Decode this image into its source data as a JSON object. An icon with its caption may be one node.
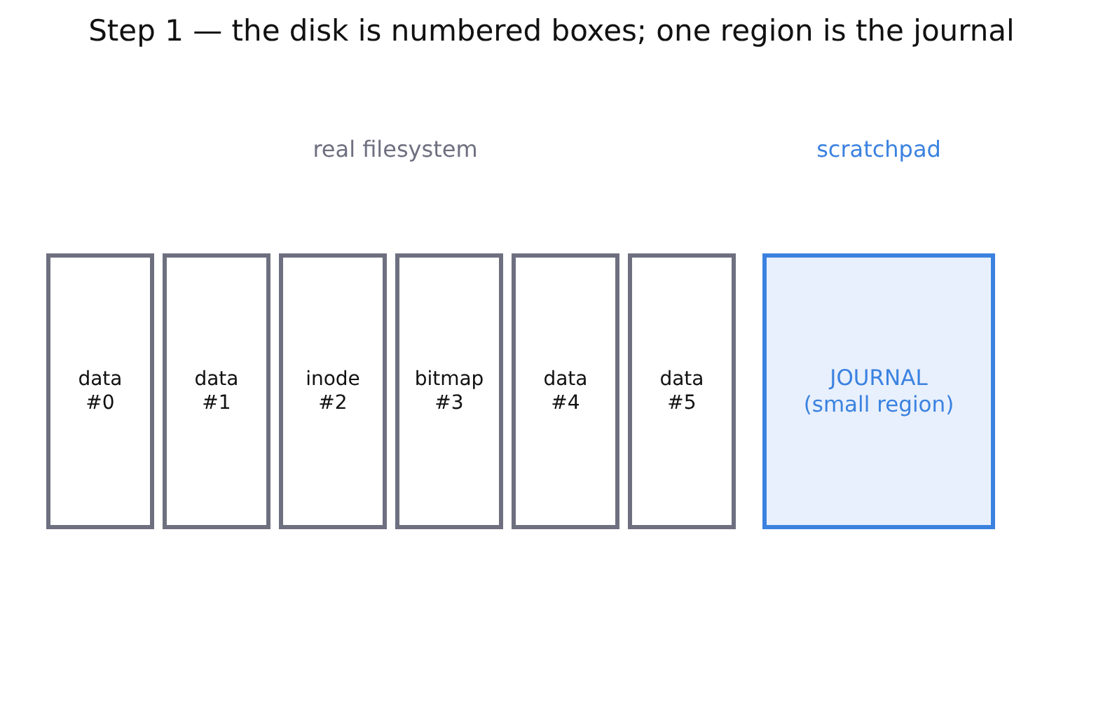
{
  "diagram": {
    "title": "Step 1 — the disk is numbered boxes; one region is the journal",
    "nodes": [
      {
        "text": [
          "data #0"
        ]
      },
      {
        "text": [
          "data #1"
        ]
      },
      {
        "text": [
          "inode #2"
        ]
      },
      {
        "text": [
          "bitmap #3"
        ]
      },
      {
        "text": [
          "data #4"
        ]
      },
      {
        "text": [
          "data #5"
        ]
      },
      {
        "text": [
          "JOURNAL (small region)"
        ]
      }
    ],
    "labels": [
      "real filesystem",
      "scratchpad"
    ]
  }
}
